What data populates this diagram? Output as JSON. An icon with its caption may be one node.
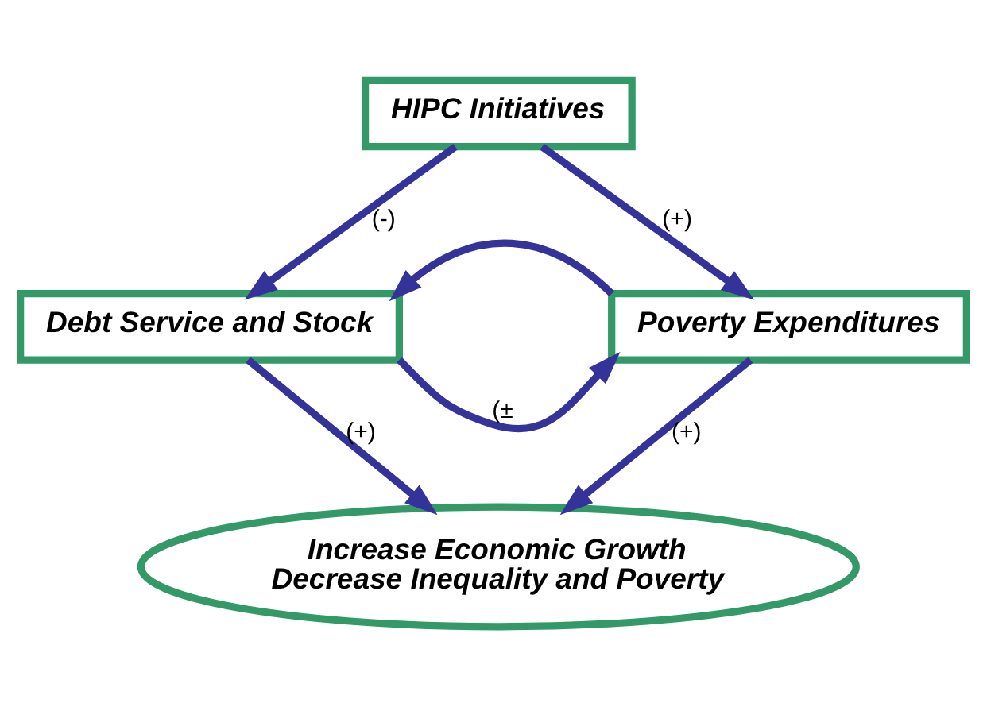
{
  "diagram": {
    "nodes": [
      {
        "text": [
          "HIPC Initiatives"
        ]
      },
      {
        "text": [
          "Debt Service and Stock"
        ]
      },
      {
        "text": [
          "Poverty Expenditures"
        ]
      },
      {
        "text": [
          "Increase Economic Growth",
          "Decrease Inequality and Poverty"
        ]
      }
    ],
    "edges": [
      {
        "from": 0,
        "to": 1,
        "arrow": "to",
        "label": "(-)"
      },
      {
        "from": 0,
        "to": 2,
        "arrow": "to",
        "label": "(+)"
      },
      {
        "from": 2,
        "to": 1,
        "arrow": "to"
      },
      {
        "from": 1,
        "to": 2,
        "arrow": "to",
        "label": "(±"
      },
      {
        "from": 1,
        "to": 3,
        "arrow": "to",
        "label": "(+)"
      },
      {
        "from": 2,
        "to": 3,
        "arrow": "to",
        "label": "(+)"
      }
    ]
  }
}
